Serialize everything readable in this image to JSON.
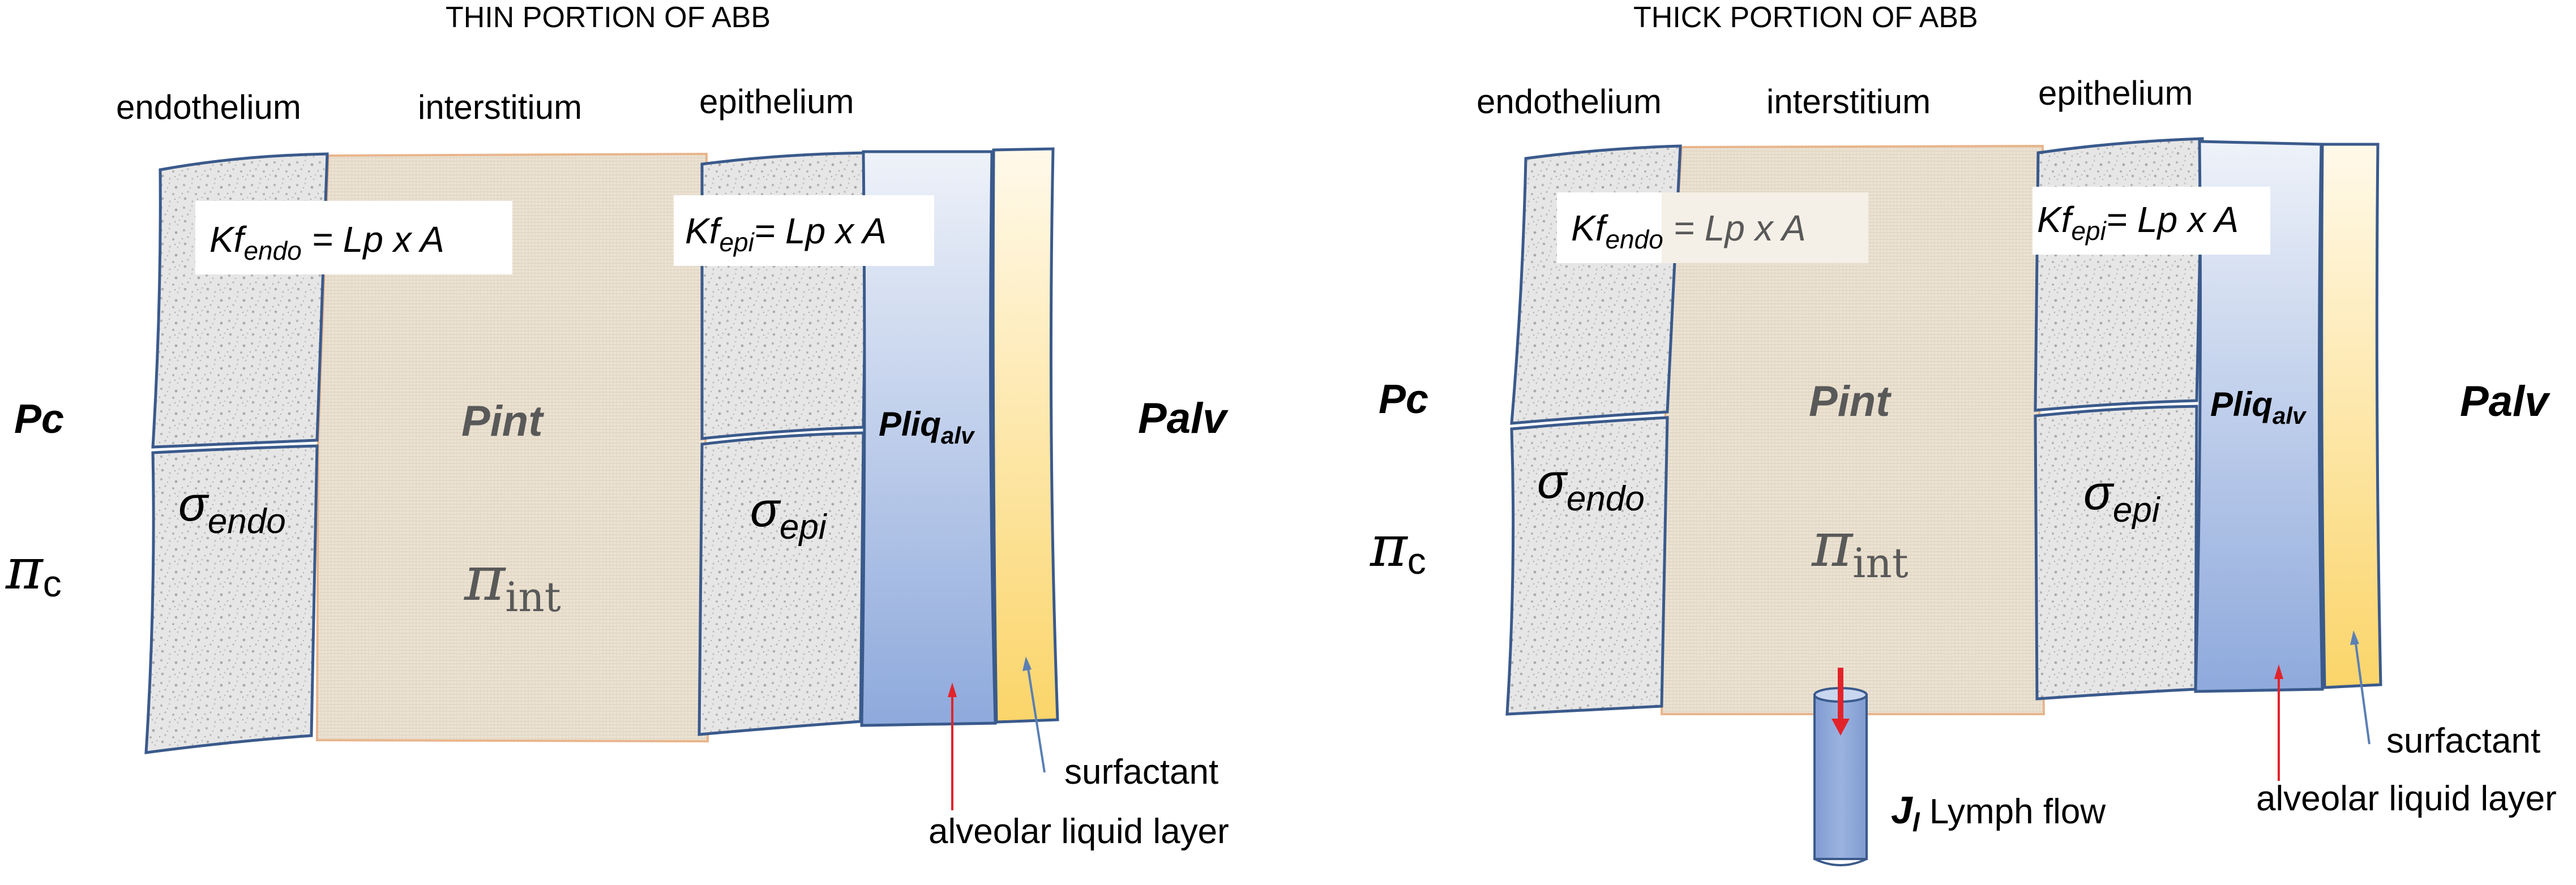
{
  "left_panel": {
    "title": "THIN PORTION OF ABB",
    "labels": {
      "endothelium": "endothelium",
      "interstitium": "interstitium",
      "epithelium": "epithelium"
    },
    "kf_endo": {
      "main": "Kf",
      "sub": "endo",
      "rest": " = Lp x A"
    },
    "kf_epi": {
      "main": "Kf",
      "sub": "epi",
      "rest": "= Lp x A"
    },
    "pc": "Pc",
    "pi_c": {
      "main": "π",
      "sub": "c"
    },
    "pint": "Pint",
    "pi_int": {
      "main": "π",
      "sub": "int"
    },
    "sigma_endo": {
      "main": "σ",
      "sub": "endo"
    },
    "sigma_epi": {
      "main": "σ",
      "sub": "epi"
    },
    "pliq": {
      "main": "Pliq",
      "sub": "alv"
    },
    "palv": "Palv",
    "surfactant": "surfactant",
    "alveolar_liquid": "alveolar liquid layer"
  },
  "right_panel": {
    "title": "THICK PORTION OF ABB",
    "labels": {
      "endothelium": "endothelium",
      "interstitium": "interstitium",
      "epithelium": "epithelium"
    },
    "kf_endo": {
      "main": "Kf",
      "sub": "endo",
      "rest": " = Lp x A"
    },
    "kf_epi": {
      "main": "Kf",
      "sub": "epi",
      "rest": "= Lp x A"
    },
    "pc": "Pc",
    "pi_c": {
      "main": "π",
      "sub": "c"
    },
    "pint": "Pint",
    "pi_int": {
      "main": "π",
      "sub": "int"
    },
    "sigma_endo": {
      "main": "σ",
      "sub": "endo"
    },
    "sigma_epi": {
      "main": "σ",
      "sub": "epi"
    },
    "pliq": {
      "main": "Pliq",
      "sub": "alv"
    },
    "palv": "Palv",
    "surfactant": "surfactant",
    "alveolar_liquid": "alveolar liquid layer",
    "lymph": {
      "main": "J",
      "sub": "l",
      "rest": " Lymph flow"
    }
  },
  "colors": {
    "wall_border": "#3a5a8c",
    "interstitium_fill": "#ece3d4",
    "interstitium_border": "#e8b58c",
    "liquid_top": "#eef2f9",
    "liquid_bottom": "#8ea9dc",
    "surfactant_top": "#fff9ea",
    "surfactant_bottom": "#fbd56a",
    "arrow_red": "#e2232a",
    "arrow_blue": "#5a7fb4",
    "lymph_fill": "#8fa9db",
    "pint_text": "#595959"
  }
}
